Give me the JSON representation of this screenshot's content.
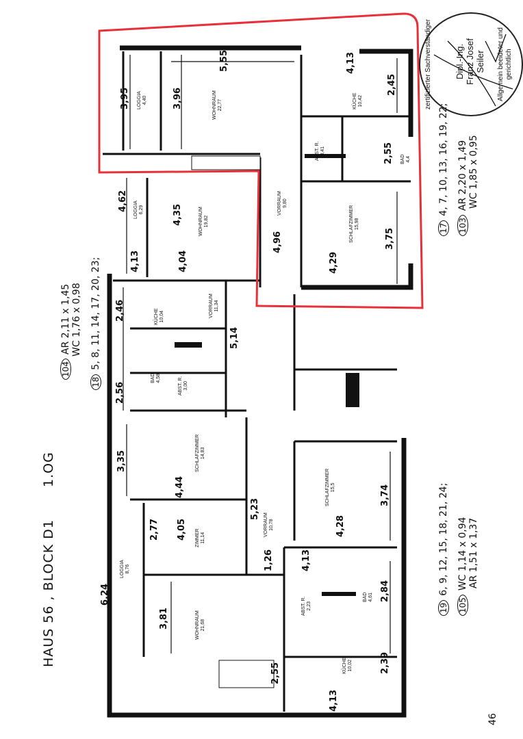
{
  "title": {
    "haus": "HAUS 56 , BLOCK D1",
    "floor": "1.OG"
  },
  "notes": [
    {
      "badge": "104",
      "lines": [
        "AR 2,11 x 1,45",
        "WC 1,76 x 0,98"
      ]
    },
    {
      "badge": "18",
      "lines": [
        "5, 8, 11, 14, 17, 20, 23;"
      ]
    },
    {
      "badge": "17",
      "lines": [
        "4, 7, 10, 13, 16, 19, 22;"
      ]
    },
    {
      "badge": "103",
      "lines": [
        "AR 2,20 x 1,49",
        "WC 1,85 x 0,95"
      ]
    },
    {
      "badge": "19",
      "lines": [
        "6, 9, 12, 15, 18, 21, 24;"
      ]
    },
    {
      "badge": "105",
      "lines": [
        "WC 1,14 x 0,94",
        "AR 1,51 x 1,37"
      ]
    }
  ],
  "rooms": [
    {
      "name": "LOGGIA",
      "area": "4,40"
    },
    {
      "name": "WOHNRAUM",
      "area": "22,77"
    },
    {
      "name": "KÜCHE",
      "area": "10,42"
    },
    {
      "name": "ABST. R.",
      "area": "3,41"
    },
    {
      "name": "BAD",
      "area": "4,4"
    },
    {
      "name": "LOGGIA",
      "area": "6,29"
    },
    {
      "name": "WOHNRAUM",
      "area": "19,82"
    },
    {
      "name": "VORRAUM",
      "area": "9,80"
    },
    {
      "name": "SCHLAFZIMMER",
      "area": "15,98"
    },
    {
      "name": "KÜCHE",
      "area": "10,04"
    },
    {
      "name": "VORRAUM",
      "area": "11,34"
    },
    {
      "name": "BAD",
      "area": "4,58"
    },
    {
      "name": "ABST. R.",
      "area": "3,00"
    },
    {
      "name": "SCHLAFZIMMER",
      "area": "14,83"
    },
    {
      "name": "SCHLAFZIMMER",
      "area": "15,5"
    },
    {
      "name": "ZIMMER",
      "area": "11,14"
    },
    {
      "name": "VORRAUM",
      "area": "10,78"
    },
    {
      "name": "LOGGIA",
      "area": "8,76"
    },
    {
      "name": "WOHNRAUM",
      "area": "21,68"
    },
    {
      "name": "ABST. R.",
      "area": "2,23"
    },
    {
      "name": "KÜCHE",
      "area": "10,02"
    },
    {
      "name": "BAD",
      "area": "4,61"
    }
  ],
  "dims": [
    "3,95",
    "3,96",
    "5,55",
    "4,13",
    "2,45",
    "2,55",
    "4,62",
    "4,35",
    "4,96",
    "3,75",
    "4,29",
    "4,04",
    "4,13",
    "2,46",
    "5,14",
    "2,56",
    "3,35",
    "4,44",
    "3,74",
    "4,28",
    "5,23",
    "2,77",
    "4,05",
    "6,24",
    "3,81",
    "2,84",
    "2,39",
    "4,13",
    "2,55",
    "1,26",
    "4,13"
  ],
  "stamp": {
    "center": [
      "Dipl.-Ing.",
      "Franz Josef",
      "Seiler"
    ],
    "ring_top": "zertifizierter Sachverständiger",
    "ring_bottom": "Allgemein beeideter und gerichtlich"
  },
  "page_number": "46",
  "colors": {
    "highlight": "#e8303a",
    "ink": "#111111"
  }
}
